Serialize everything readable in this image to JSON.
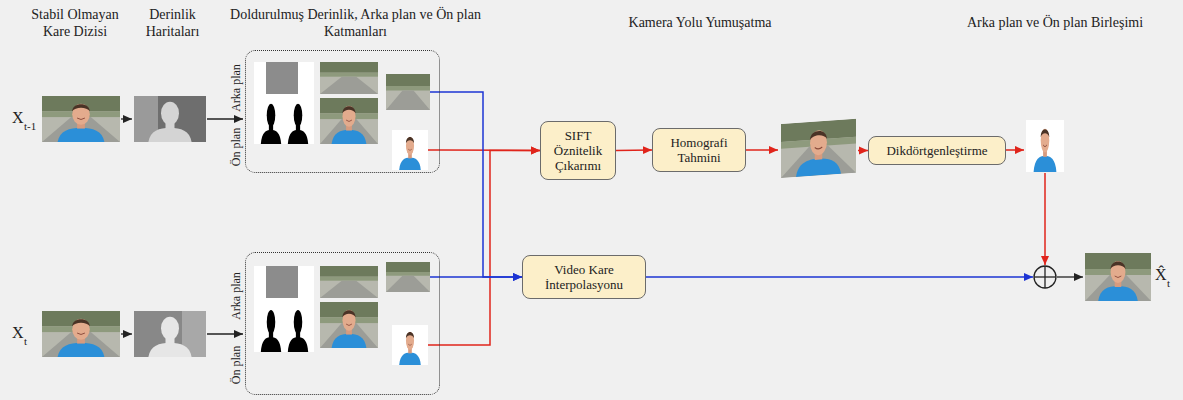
{
  "diagram": {
    "nodes": [
      {
        "text": [
          "Arka plan",
          "Ön plan"
        ]
      },
      {
        "text": [
          "SIFT Öznitelik Çıkarımı"
        ]
      },
      {
        "text": [
          "Homografi Tahmini"
        ]
      },
      {
        "text": [
          "Dikdörtgenleştirme"
        ]
      },
      {
        "text": [
          "Arka plan",
          "Ön plan"
        ]
      },
      {
        "text": [
          "Video Kare İnterpolasyonu"
        ]
      }
    ],
    "edges": [
      {
        "from": 0,
        "to": 1,
        "arrow": "to"
      },
      {
        "from": 4,
        "to": 1,
        "arrow": "to"
      },
      {
        "from": 0,
        "to": 5,
        "arrow": "to"
      },
      {
        "from": 4,
        "to": 5,
        "arrow": "to"
      },
      {
        "from": 1,
        "to": 2,
        "arrow": "to"
      },
      {
        "from": 2,
        "to": 3,
        "arrow": "to"
      }
    ],
    "labels": [
      "Stabil Olmayan Kare Dizisi",
      "Derinlik Haritaları",
      "Doldurulmuş Derinlik, Arka plan ve Ön plan Katmanları",
      "Kamera Yolu Yumuşatma",
      "Arka plan ve Ön plan Birleşimi",
      "X",
      "t-1",
      "X",
      "t",
      "X̂",
      "t"
    ]
  }
}
